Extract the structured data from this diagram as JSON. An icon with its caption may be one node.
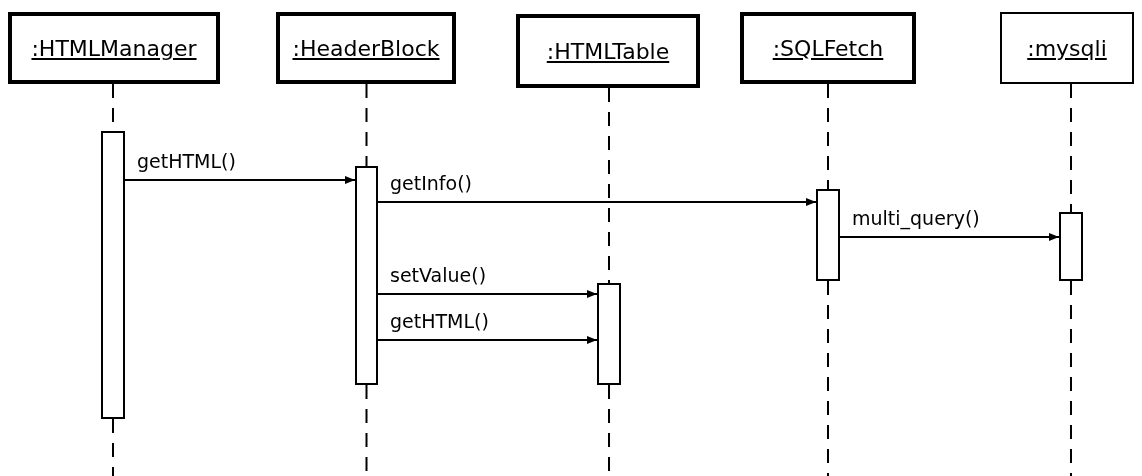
{
  "diagram": {
    "nodes": [
      {
        "text": [
          ":HTMLManager"
        ]
      },
      {
        "text": [
          ":HeaderBlock"
        ]
      },
      {
        "text": [
          ":HTMLTable"
        ]
      },
      {
        "text": [
          ":SQLFetch"
        ]
      },
      {
        "text": [
          ":mysqli"
        ]
      },
      {
        "text": [],
        "shape": "bar"
      },
      {
        "text": [],
        "shape": "bar"
      },
      {
        "text": [],
        "shape": "bar"
      },
      {
        "text": [],
        "shape": "bar"
      },
      {
        "text": [],
        "shape": "bar"
      }
    ],
    "edges": [
      {
        "from": 0,
        "to": 5,
        "arrow": "none",
        "style": "dashed"
      },
      {
        "from": 1,
        "to": 6,
        "arrow": "none",
        "style": "dashed"
      },
      {
        "from": 2,
        "to": 7,
        "arrow": "none",
        "style": "dashed"
      },
      {
        "from": 3,
        "to": 8,
        "arrow": "none",
        "style": "dashed"
      },
      {
        "from": 4,
        "to": 9,
        "arrow": "none",
        "style": "dashed"
      },
      {
        "from": 5,
        "to": 6,
        "label": "getHTML()",
        "arrow": "to"
      },
      {
        "from": 6,
        "to": 8,
        "label": "getInfo()",
        "arrow": "to"
      },
      {
        "from": 8,
        "to": 9,
        "label": "multi_query()",
        "arrow": "to"
      },
      {
        "from": 6,
        "to": 7,
        "label": "setValue()",
        "arrow": "to"
      },
      {
        "from": 6,
        "to": 7,
        "label": "getHTML()",
        "arrow": "to"
      }
    ]
  }
}
